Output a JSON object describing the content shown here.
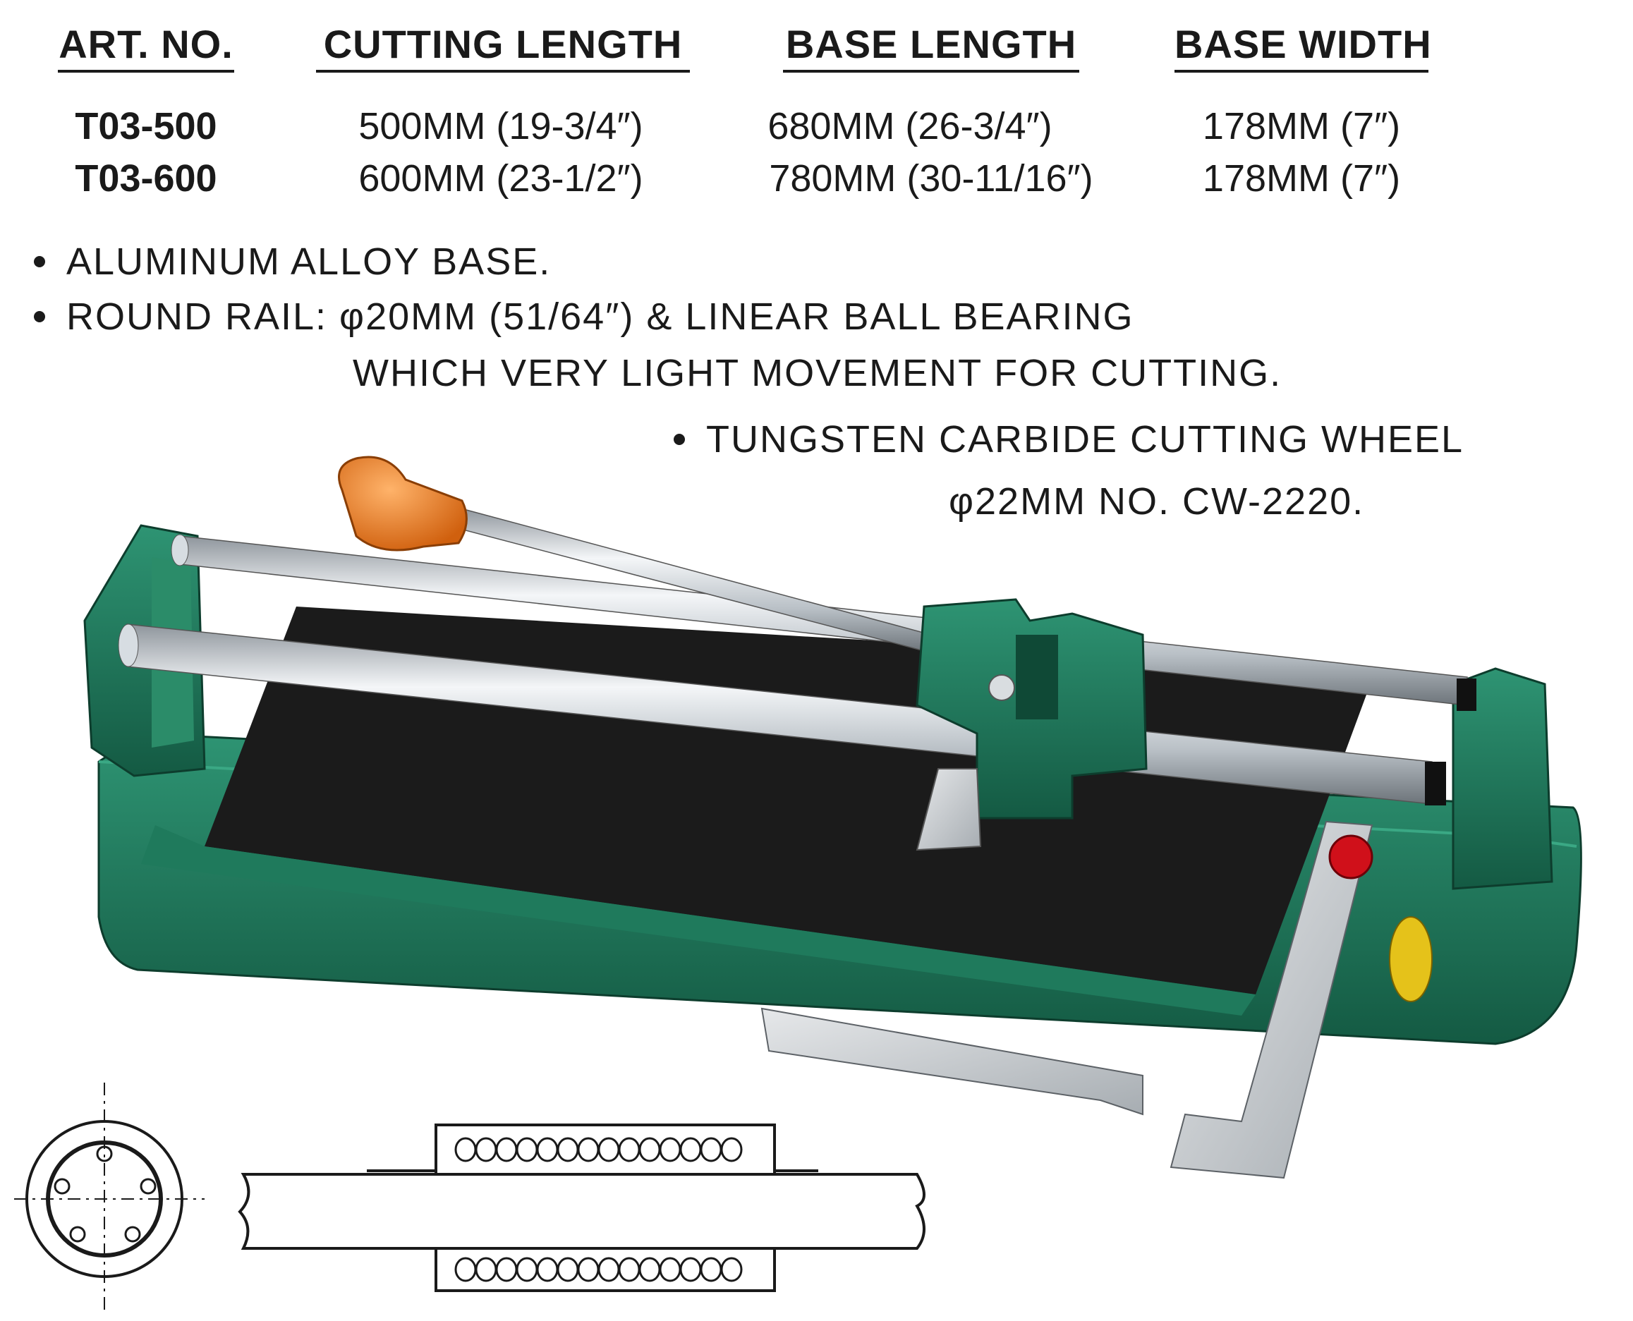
{
  "table": {
    "headers": [
      "ART. NO.",
      "CUTTING LENGTH",
      "BASE LENGTH",
      "BASE WIDTH"
    ],
    "rows": [
      {
        "art_no": "T03-500",
        "cutting_length": "500MM (19-3/4″)",
        "base_length": "680MM (26-3/4″)",
        "base_width": "178MM (7″)"
      },
      {
        "art_no": "T03-600",
        "cutting_length": "600MM (23-1/2″)",
        "base_length": "780MM (30-11/16″)",
        "base_width": "178MM (7″)"
      }
    ]
  },
  "features": {
    "aluminum": "ALUMINUM ALLOY BASE.",
    "rail_line1": "ROUND RAIL: φ20MM (51/64″) & LINEAR BALL BEARING",
    "rail_line2": "WHICH VERY LIGHT MOVEMENT FOR CUTTING.",
    "wheel_line1": "TUNGSTEN CARBIDE CUTTING WHEEL",
    "wheel_line2": "φ22MM NO. CW-2220."
  },
  "colors": {
    "body_green": "#1f7a5c",
    "handle_orange": "#e8731a",
    "rail_silver": "#c9ced3",
    "pad_black": "#1a1a1a",
    "knob_red": "#d0101a",
    "label_yellow": "#e5c21a"
  }
}
